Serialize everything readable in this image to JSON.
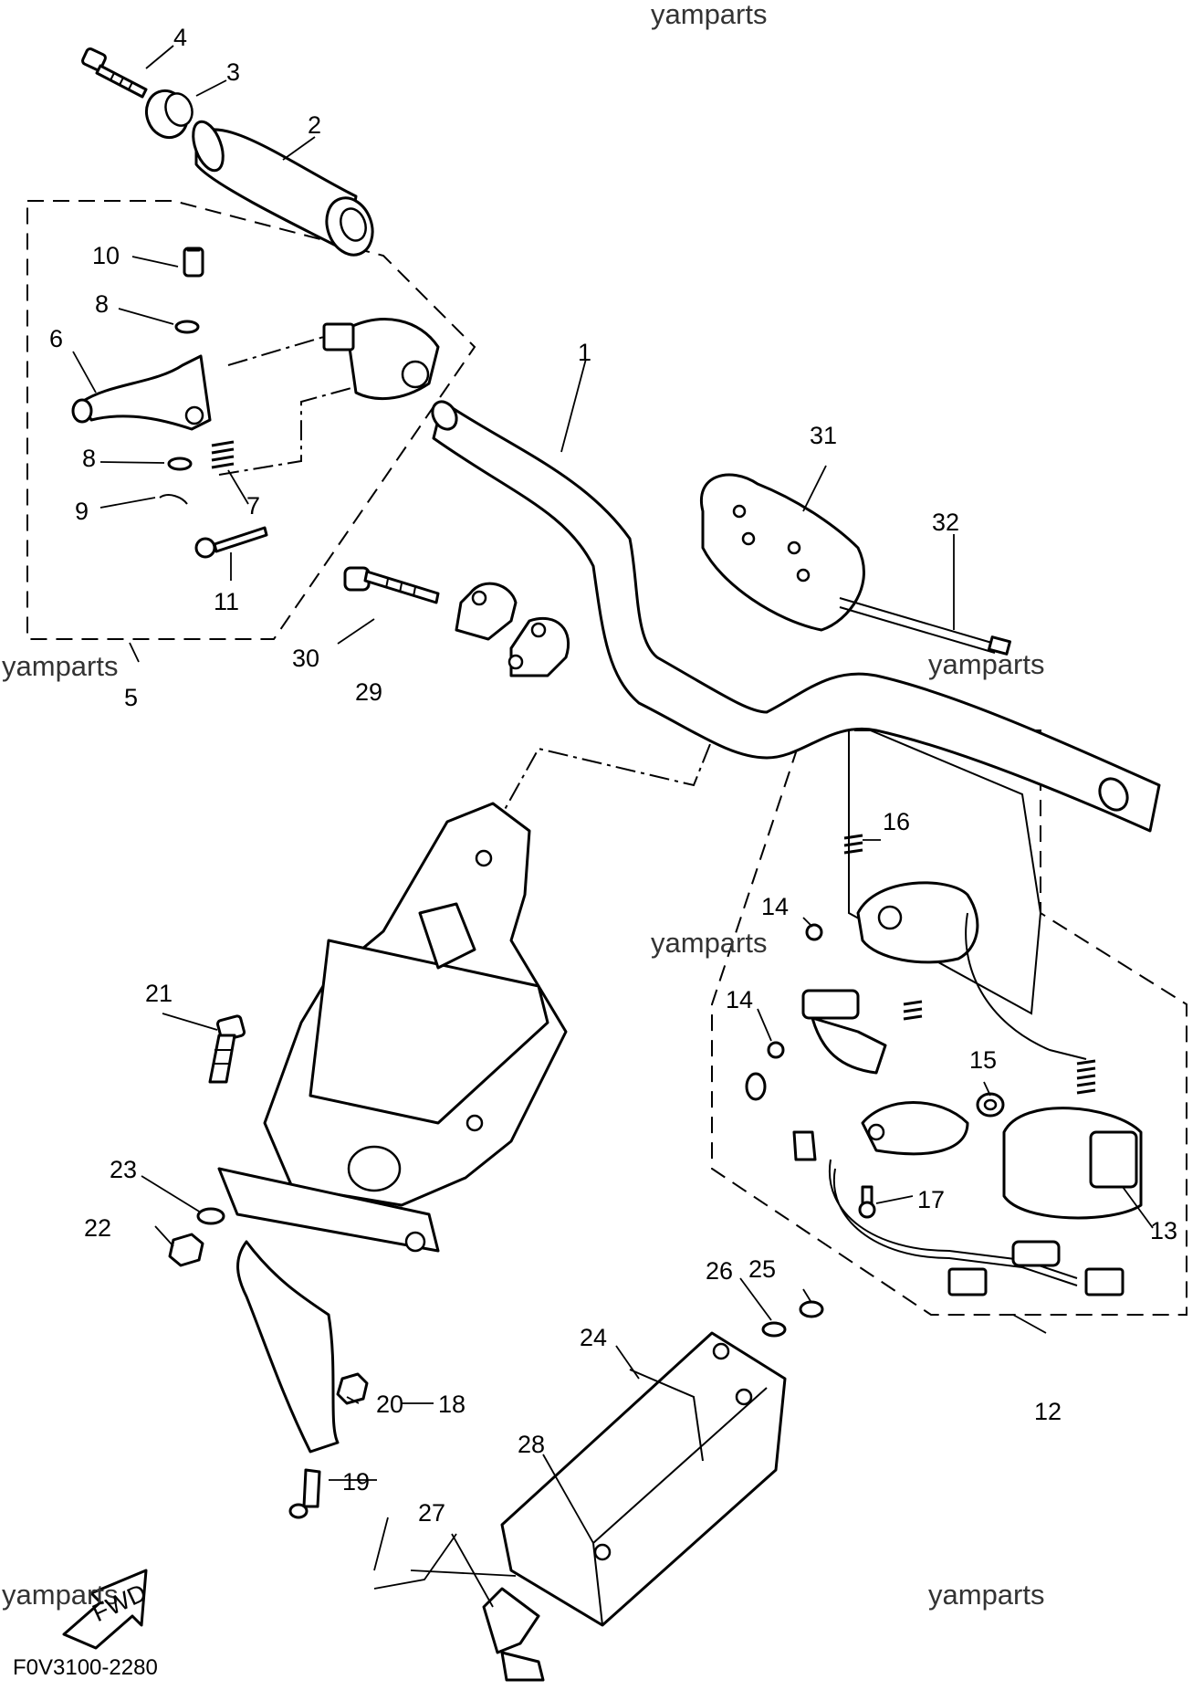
{
  "diagram": {
    "watermarks": [
      "yamparts",
      "yamparts",
      "yamparts",
      "yamparts",
      "yamparts",
      "yamparts"
    ],
    "drawing_code": "F0V3100-2280",
    "fwd_label": "FWD",
    "callouts": [
      "1",
      "2",
      "3",
      "4",
      "5",
      "6",
      "7",
      "8",
      "8",
      "9",
      "10",
      "11",
      "12",
      "13",
      "14",
      "14",
      "15",
      "16",
      "17",
      "18",
      "19",
      "20",
      "21",
      "22",
      "23",
      "24",
      "25",
      "26",
      "27",
      "28",
      "29",
      "30",
      "31",
      "32"
    ]
  }
}
